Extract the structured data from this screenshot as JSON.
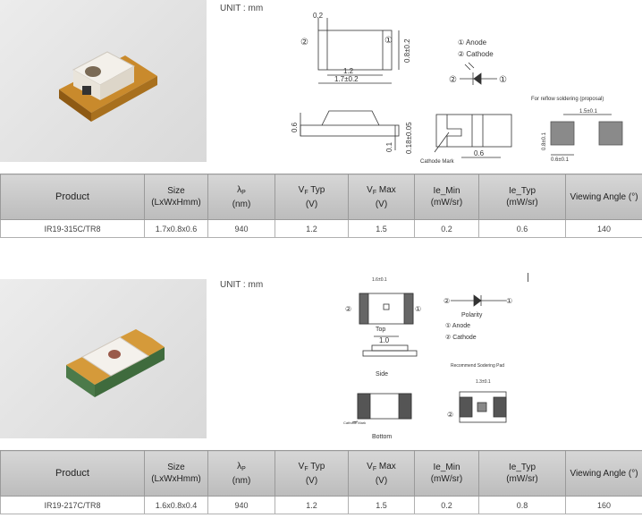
{
  "sections": [
    {
      "unit_label": "UNIT : mm",
      "drawing": {
        "dim_02": "0.2",
        "dim_12": "1.2",
        "dim_17": "1.7±0.2",
        "dim_08": "0.8±0.2",
        "dim_06": "0.6",
        "dim_01": "0.1",
        "dim_018": "0.18±0.05",
        "dim_06b": "0.6",
        "cathode_mark": "Cathode Mark",
        "legend_anode": "① Anode",
        "legend_cathode": "② Cathode",
        "pin1": "①",
        "pin2": "②",
        "reflow_title": "For reflow soldering (proposal)",
        "reflow_15": "1.5±0.1",
        "reflow_08": "0.8±0.1",
        "reflow_06": "0.6±0.1"
      },
      "table": {
        "headers": [
          "Product",
          "Size",
          "(LxWxHmm)",
          "λ",
          "P",
          "(nm)",
          "V",
          "F",
          "Typ",
          "(V)",
          "V",
          "F",
          "Max",
          "(V)",
          "Ie_Min",
          "(mW/sr)",
          "Ie_Typ",
          "(mW/sr)",
          "Viewing Angle (°)"
        ],
        "row": [
          "IR19-315C/TR8",
          "1.7x0.8x0.6",
          "940",
          "1.2",
          "1.5",
          "0.2",
          "0.6",
          "140"
        ]
      }
    },
    {
      "unit_label": "UNIT : mm",
      "drawing": {
        "top_dim": "1.6±0.1",
        "top_label": "Top",
        "side_dim": "1.0",
        "side_label": "Side",
        "bottom_label": "Bottom",
        "cathode_mark": "Cathode Mark",
        "polarity": "Polarity",
        "anode": "① Anode",
        "cathode": "② Cathode",
        "pad_title": "Recommend Sodering Pad",
        "pad_dim": "1.3±0.1",
        "pin1": "①",
        "pin2": "②"
      },
      "table": {
        "headers": [
          "Product",
          "Size",
          "(LxWxHmm)",
          "λ",
          "P",
          "(nm)",
          "V",
          "F",
          "Typ",
          "(V)",
          "V",
          "F",
          "Max",
          "(V)",
          "Ie_Min",
          "(mW/sr)",
          "Ie_Typ",
          "(mW/sr)",
          "Viewing Angle (°)"
        ],
        "row": [
          "IR19-217C/TR8",
          "1.6x0.8x0.4",
          "940",
          "1.2",
          "1.5",
          "0.2",
          "0.8",
          "160"
        ]
      }
    }
  ]
}
